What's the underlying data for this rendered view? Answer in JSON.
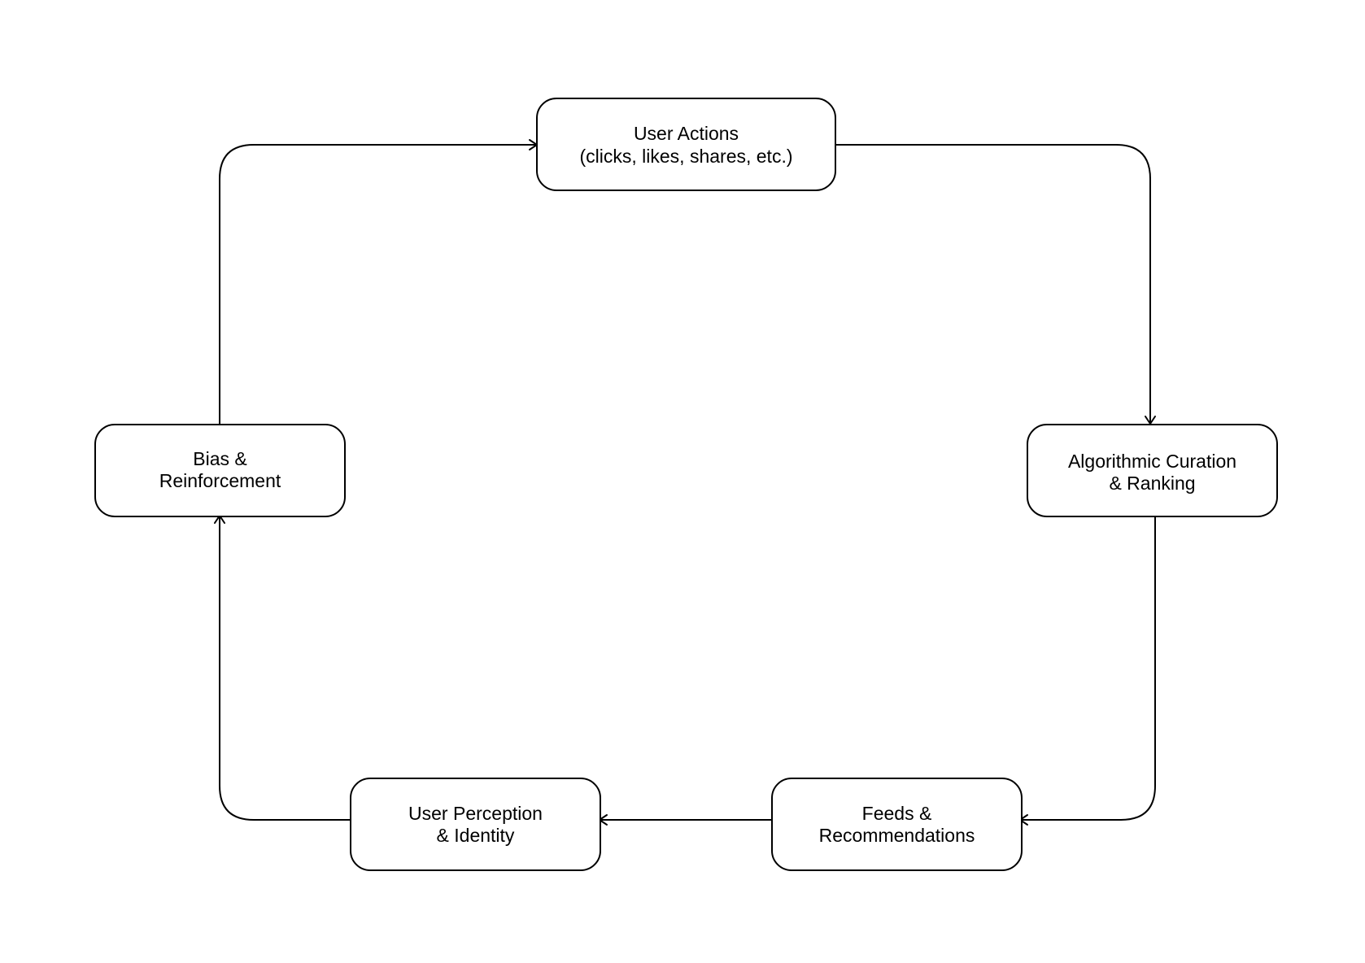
{
  "diagram": {
    "nodes": {
      "user_actions": {
        "line1": "User Actions",
        "line2": "(clicks, likes, shares, etc.)"
      },
      "algorithmic_curation": {
        "line1": "Algorithmic Curation",
        "line2": "& Ranking"
      },
      "feeds": {
        "line1": "Feeds &",
        "line2": "Recommendations"
      },
      "user_perception": {
        "line1": "User Perception",
        "line2": "& Identity"
      },
      "bias": {
        "line1": "Bias &",
        "line2": "Reinforcement"
      }
    },
    "edges": [
      {
        "from": "user_actions",
        "to": "algorithmic_curation"
      },
      {
        "from": "algorithmic_curation",
        "to": "feeds"
      },
      {
        "from": "feeds",
        "to": "user_perception"
      },
      {
        "from": "user_perception",
        "to": "bias"
      },
      {
        "from": "bias",
        "to": "user_actions"
      }
    ],
    "colors": {
      "stroke": "#000000",
      "fill": "#ffffff",
      "text": "#000000"
    }
  }
}
